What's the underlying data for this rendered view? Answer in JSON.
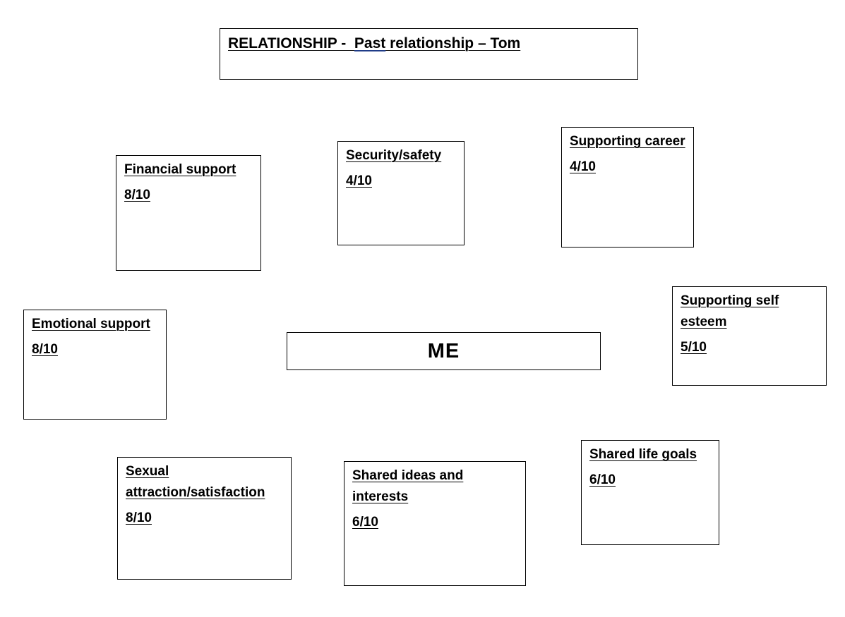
{
  "title": {
    "prefix": "RELATIONSHIP -  ",
    "spell_word": "Past",
    "suffix": " relationship – Tom"
  },
  "center_label": "ME",
  "boxes": {
    "financial": {
      "label": "Financial support",
      "score": "8/10"
    },
    "security": {
      "label": "Security/safety",
      "score": "4/10"
    },
    "career": {
      "label": "Supporting career",
      "score": "4/10"
    },
    "emotional": {
      "label": "Emotional support",
      "score": "8/10"
    },
    "esteem": {
      "label": "Supporting self esteem",
      "score": "5/10"
    },
    "sexual": {
      "label": "Sexual attraction/satisfaction",
      "score": "8/10"
    },
    "ideas": {
      "label": "Shared ideas and interests",
      "score": "6/10"
    },
    "goals": {
      "label": "Shared life goals",
      "score": "6/10"
    }
  }
}
